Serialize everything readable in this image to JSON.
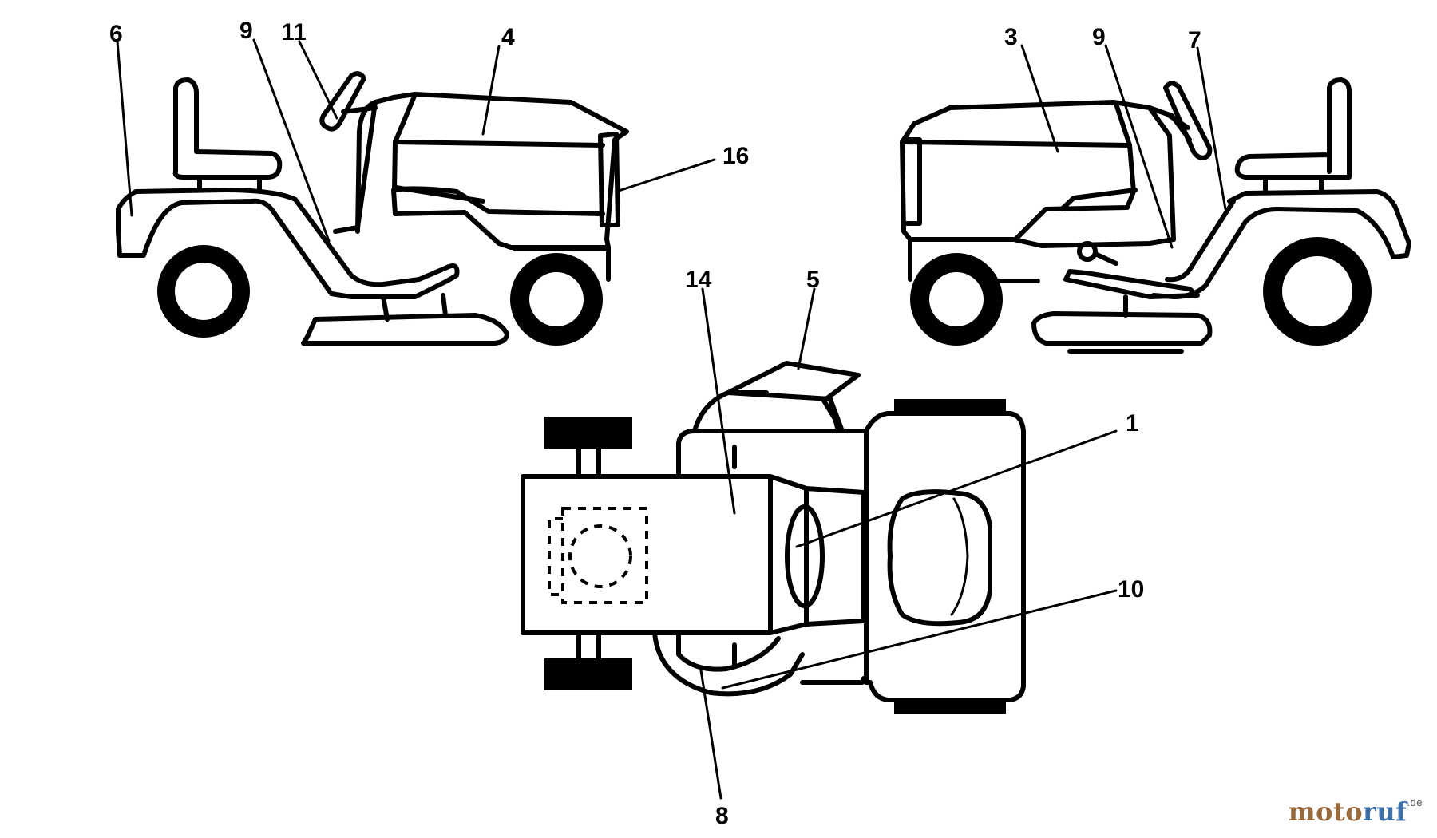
{
  "callouts": {
    "c6": "6",
    "c9a": "9",
    "c11": "11",
    "c4": "4",
    "c16": "16",
    "c3": "3",
    "c9b": "9",
    "c7": "7",
    "c14": "14",
    "c5": "5",
    "c1": "1",
    "c10": "10",
    "c8": "8"
  },
  "watermark": {
    "part1": "moto",
    "part2": "ruf",
    "suffix": ".de"
  },
  "colors": {
    "line": "#000000",
    "background": "#ffffff",
    "watermark_brown": "#9a6b3f",
    "watermark_blue": "#3f6fa8"
  }
}
